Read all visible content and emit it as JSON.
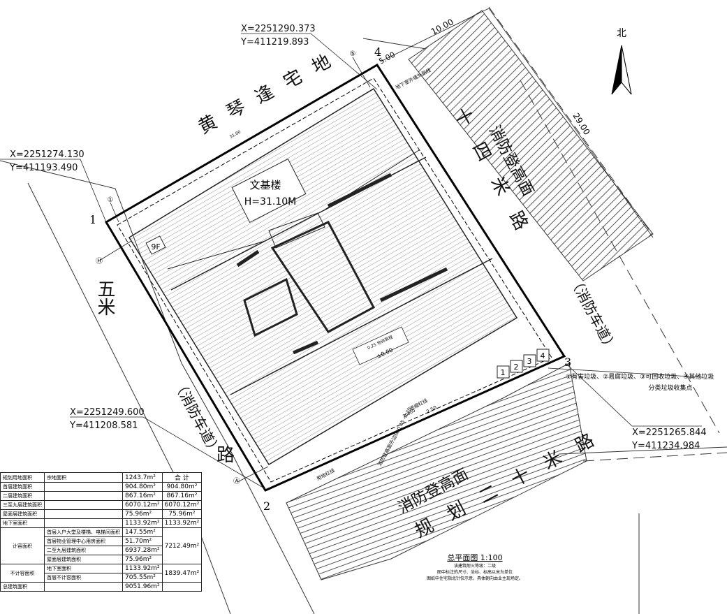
{
  "north": {
    "label": "北"
  },
  "building": {
    "name": "文基楼",
    "height": "H=31.10M",
    "floors": "9F"
  },
  "elevation": {
    "note": "0.25 地砖高程",
    "value": "±0.00"
  },
  "points": [
    "1",
    "2",
    "3",
    "4"
  ],
  "axes": [
    "①",
    "Ⓐ",
    "Ⓗ",
    "⑤"
  ],
  "coords": {
    "p4_x": "X=2251290.373",
    "p4_y": "Y=411219.893",
    "p1_x": "X=2251274.130",
    "p1_y": "Y=411193.490",
    "p2_x": "X=2251249.600",
    "p2_y": "Y=411208.581",
    "p3_x": "X=2251265.844",
    "p3_y": "Y=411234.984"
  },
  "dims": {
    "d1000": "10.00",
    "d500": "5.00",
    "d2900": "29.00",
    "top_small": "31.00",
    "mid": "30000",
    "mid2": "2.50"
  },
  "labels": {
    "neighbor": "黄琴逢宅地",
    "road_14": "十四米路",
    "fire_lane": "（消防车道）",
    "fire_platform": "消防登高面",
    "road_5": "五米",
    "road_5_fire": "（消防车道）",
    "road_5_end": "路",
    "road_20": "规划二十米路",
    "fire_lane_line": "消防登高面外边线 0.45 -0.20",
    "boundary_line": "用地红线",
    "setback_line": "退缩红线",
    "basement_line": "地下室外墙外侧线",
    "bins": [
      "1",
      "2",
      "3",
      "4"
    ],
    "garbage_desc": "①有害垃圾、②易腐垃圾、③可回收垃圾、④其他垃圾",
    "garbage_point": "分类垃圾收集点"
  },
  "table": {
    "rows": [
      {
        "a": "规划用地面积",
        "b": "宗地面积",
        "c": "1243.7m²",
        "d": "合 计"
      },
      {
        "a": "首层建筑面积",
        "b": "",
        "c": "904.80m²",
        "d": "904.80m²"
      },
      {
        "a": "二层建筑面积",
        "b": "",
        "c": "867.16m²",
        "d": "867.16m²"
      },
      {
        "a": "三至九层建筑面积",
        "b": "",
        "c": "6070.12m²",
        "d": "6070.12m²"
      },
      {
        "a": "屋面层建筑面积",
        "b": "",
        "c": "75.96m²",
        "d": "75.96m²"
      },
      {
        "a": "地下室面积",
        "b": "",
        "c": "1133.92m²",
        "d": "1133.92m²"
      }
    ],
    "jirong_label": "计容面积",
    "jirong": [
      {
        "b": "首层入户大堂及楼梯、电梯间面积",
        "c": "147.55m²"
      },
      {
        "b": "首层物业管理中心用房面积",
        "c": "51.70m²"
      },
      {
        "b": "二至九层建筑面积",
        "c": "6937.28m²"
      },
      {
        "b": "屋面层建筑面积",
        "c": "75.96m²"
      }
    ],
    "jirong_total": "7212.49m²",
    "bujirong_label": "不计容面积",
    "bujirong": [
      {
        "b": "地下室面积",
        "c": "1133.92m²"
      },
      {
        "b": "首层不计容面积",
        "c": "705.55m²"
      }
    ],
    "bujirong_total": "1839.47m²",
    "total_label": "总建筑面积",
    "total": "9051.96m²"
  },
  "title": {
    "name": "总平面图 1:100",
    "note1": "该建筑耐火等级：二级",
    "note2": "图中标注的尺寸、坐标、标高以米为单位",
    "note3": "图纸中住宅指北针仅示意，具体朝向由业主现场定。"
  }
}
